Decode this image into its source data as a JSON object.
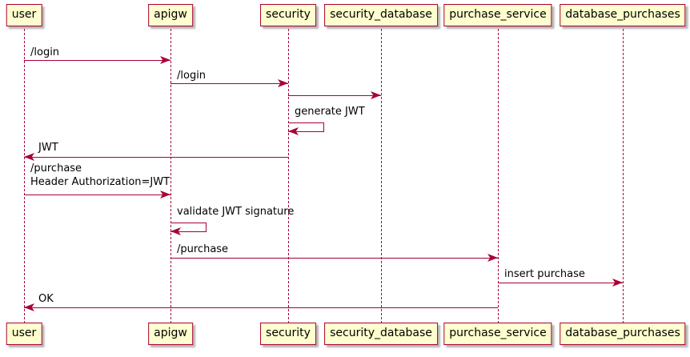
{
  "diagram": {
    "type": "uml-sequence-diagram",
    "colors": {
      "participant_fill": "#FEFECE",
      "line_color": "#A80036",
      "text_color": "#000000"
    },
    "participants": [
      {
        "name": "user"
      },
      {
        "name": "apigw"
      },
      {
        "name": "security"
      },
      {
        "name": "security_database"
      },
      {
        "name": "purchase_service"
      },
      {
        "name": "database_purchases"
      }
    ],
    "messages": [
      {
        "from": "user",
        "to": "apigw",
        "label": "/login"
      },
      {
        "from": "apigw",
        "to": "security",
        "label": "/login"
      },
      {
        "from": "security",
        "to": "security_database",
        "label": ""
      },
      {
        "from": "security",
        "to": "security",
        "label": "generate JWT",
        "self": true
      },
      {
        "from": "security",
        "to": "user",
        "label": "JWT"
      },
      {
        "from": "user",
        "to": "apigw",
        "lines": [
          "/purchase",
          "Header Authorization=JWT"
        ]
      },
      {
        "from": "apigw",
        "to": "apigw",
        "label": "validate JWT signature",
        "self": true
      },
      {
        "from": "apigw",
        "to": "purchase_service",
        "label": "/purchase"
      },
      {
        "from": "purchase_service",
        "to": "database_purchases",
        "label": "insert purchase"
      },
      {
        "from": "purchase_service",
        "to": "user",
        "label": "OK"
      }
    ]
  }
}
